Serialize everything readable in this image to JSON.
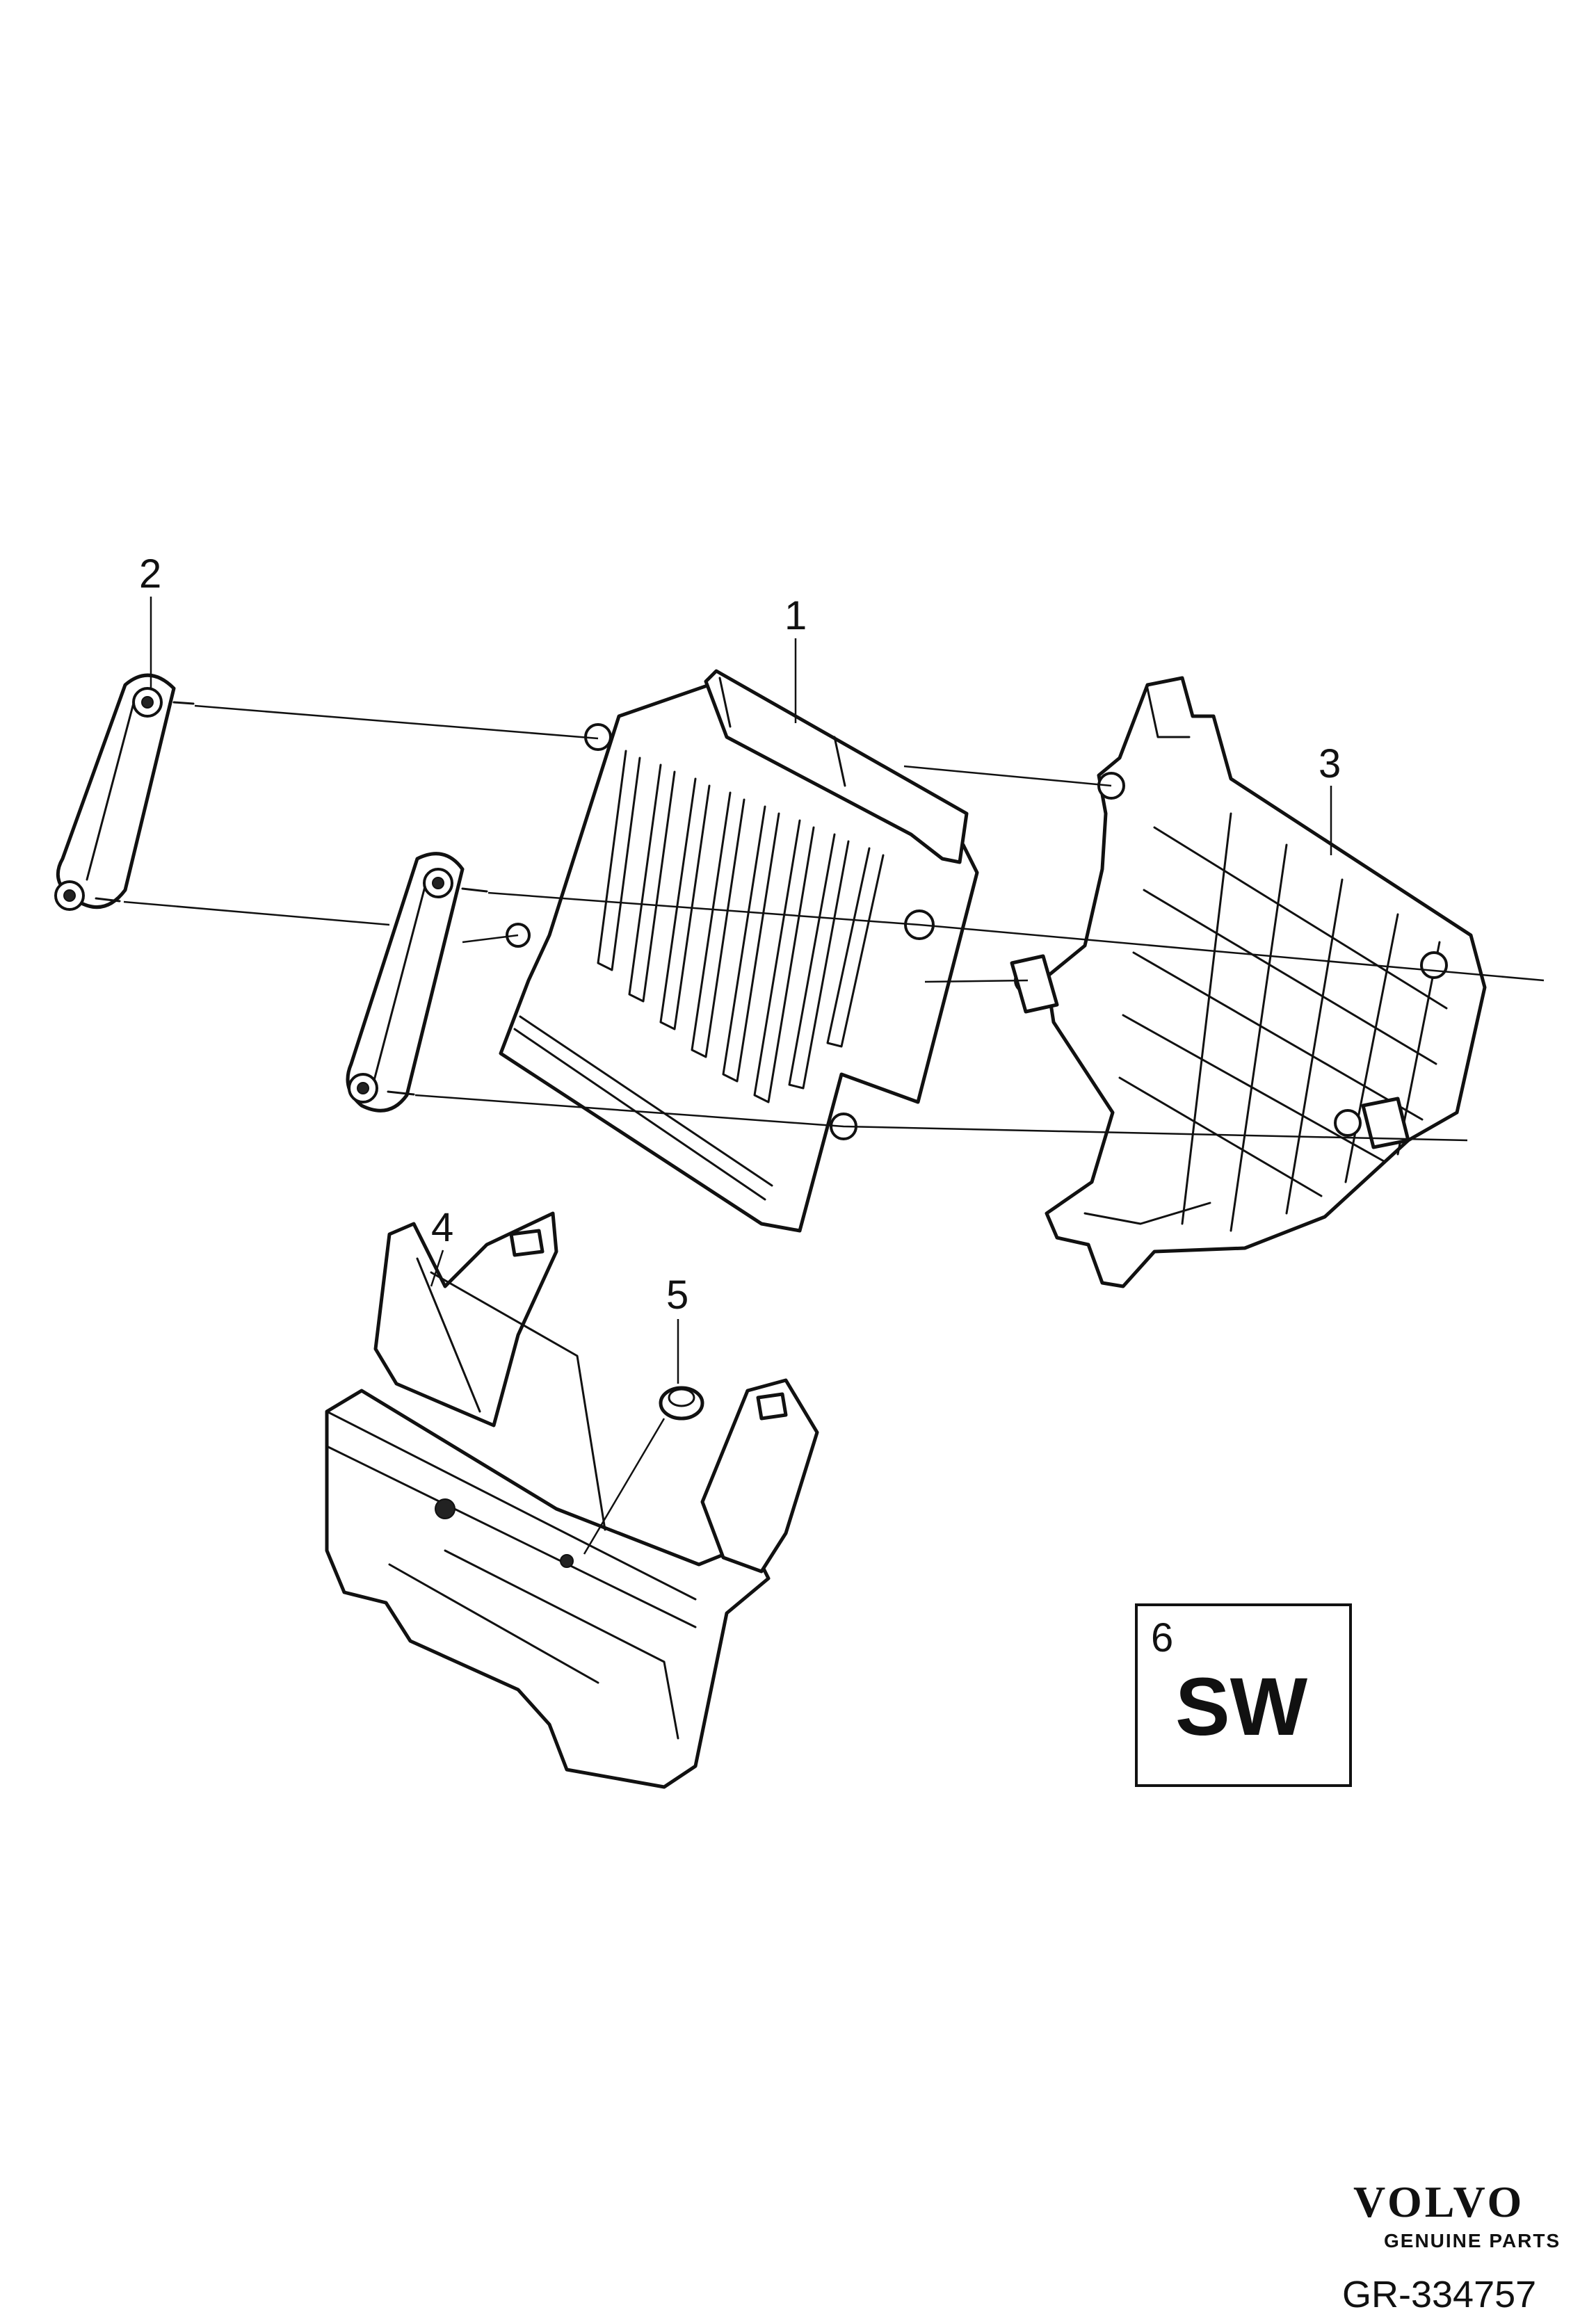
{
  "diagram": {
    "callouts": [
      {
        "id": "1",
        "label": "1"
      },
      {
        "id": "2",
        "label": "2"
      },
      {
        "id": "3",
        "label": "3"
      },
      {
        "id": "4",
        "label": "4"
      },
      {
        "id": "5",
        "label": "5"
      },
      {
        "id": "6",
        "label": "6"
      }
    ],
    "software_box": {
      "number": "6",
      "text": "SW"
    },
    "brand": {
      "name": "VOLVO",
      "tagline": "GENUINE PARTS"
    },
    "reference": "GR-334757"
  }
}
